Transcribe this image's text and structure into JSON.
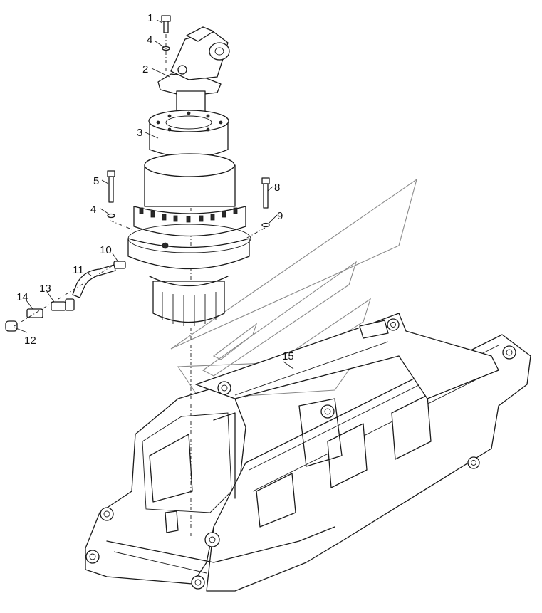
{
  "callouts": [
    {
      "id": "1",
      "text": "1"
    },
    {
      "id": "2",
      "text": "2"
    },
    {
      "id": "3",
      "text": "3"
    },
    {
      "id": "4a",
      "text": "4"
    },
    {
      "id": "4b",
      "text": "4"
    },
    {
      "id": "5",
      "text": "5"
    },
    {
      "id": "8",
      "text": "8"
    },
    {
      "id": "9",
      "text": "9"
    },
    {
      "id": "10",
      "text": "10"
    },
    {
      "id": "11",
      "text": "11"
    },
    {
      "id": "12",
      "text": "12"
    },
    {
      "id": "13",
      "text": "13"
    },
    {
      "id": "14",
      "text": "14"
    },
    {
      "id": "15",
      "text": "15"
    }
  ],
  "colors": {
    "line": "#1a1a1a",
    "watermark": "#8a8a8a",
    "background": "#ffffff"
  }
}
